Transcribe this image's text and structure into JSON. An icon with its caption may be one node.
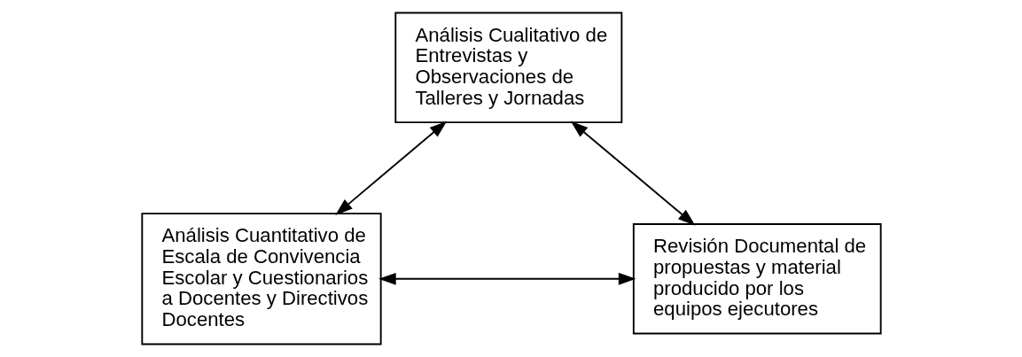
{
  "diagram": {
    "nodes": [
      {
        "text": [
          "Análisis Cualitativo de Entrevistas y Observaciones de Talleres y Jornadas"
        ]
      },
      {
        "text": [
          "Análisis Cuantitativo de Escala de Convivencia Escolar y Cuestionarios a Docentes y Directivos Docentes"
        ]
      },
      {
        "text": [
          "Revisión Documental de propuestas y material producido por los equipos ejecutores"
        ]
      }
    ],
    "edges": [
      {
        "from": 1,
        "to": 0,
        "arrow": "both"
      },
      {
        "from": 0,
        "to": 2,
        "arrow": "both"
      },
      {
        "from": 1,
        "to": 2,
        "arrow": "both"
      }
    ]
  }
}
